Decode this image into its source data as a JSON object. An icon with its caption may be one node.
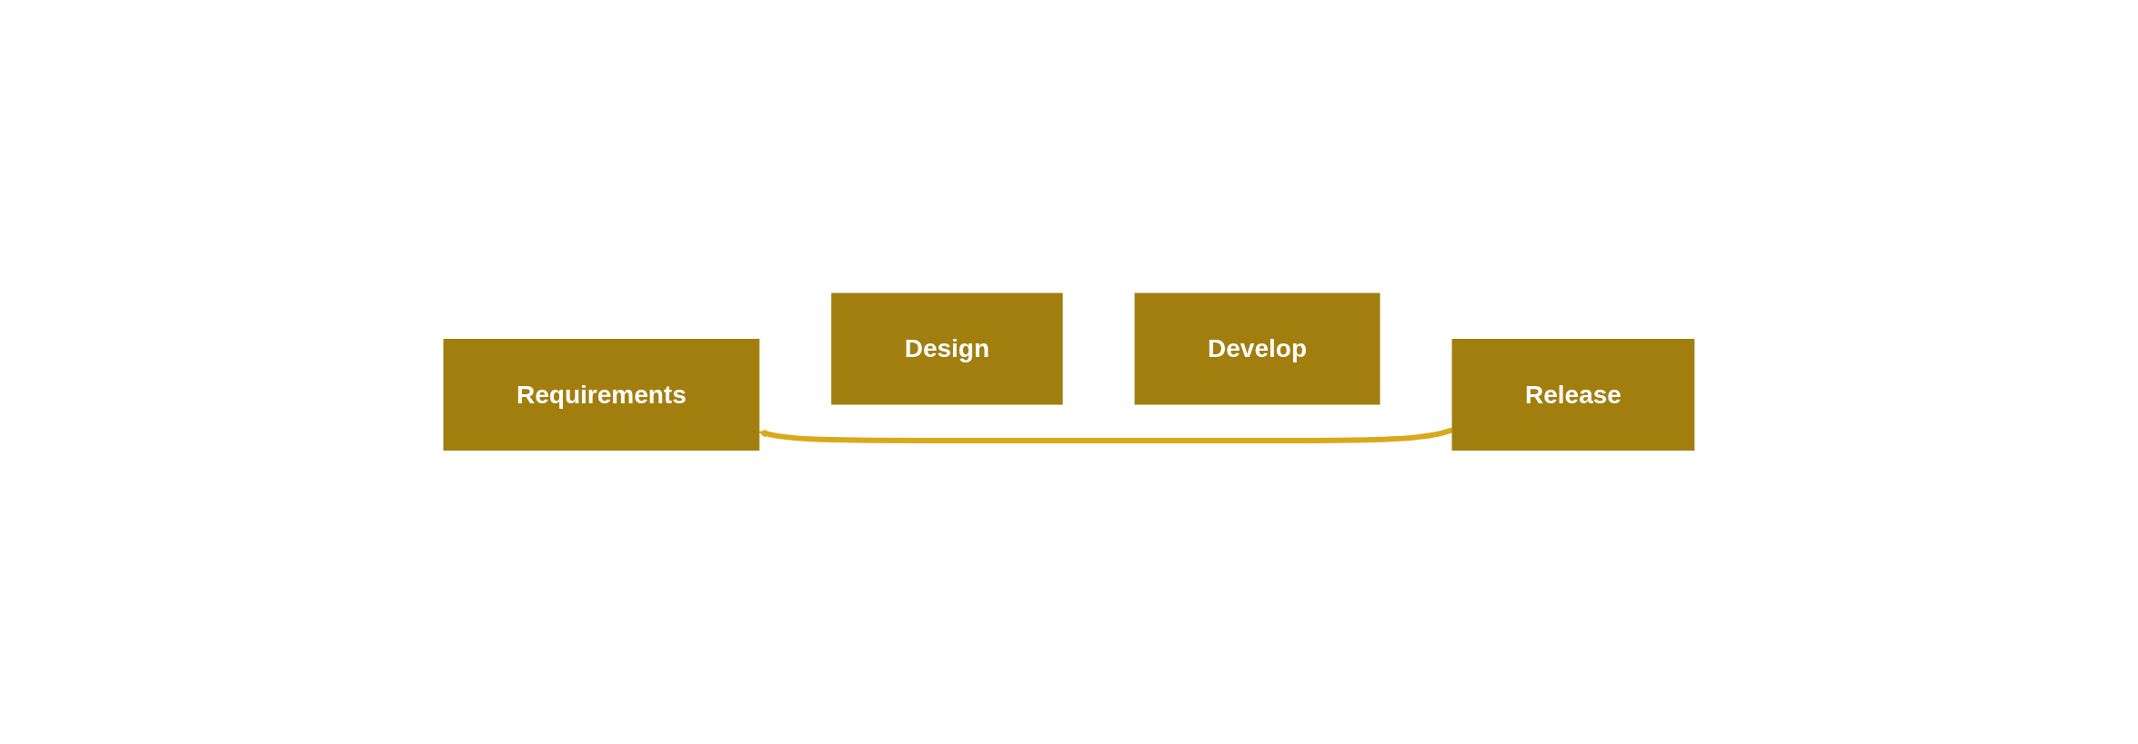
{
  "diagram": {
    "nodes": [
      {
        "text": [
          "Requirements"
        ]
      },
      {
        "text": [
          "Design"
        ]
      },
      {
        "text": [
          "Develop"
        ]
      },
      {
        "text": [
          "Release"
        ]
      }
    ],
    "edges": [
      {
        "from": 3,
        "to": 0,
        "arrow": "to"
      }
    ]
  }
}
